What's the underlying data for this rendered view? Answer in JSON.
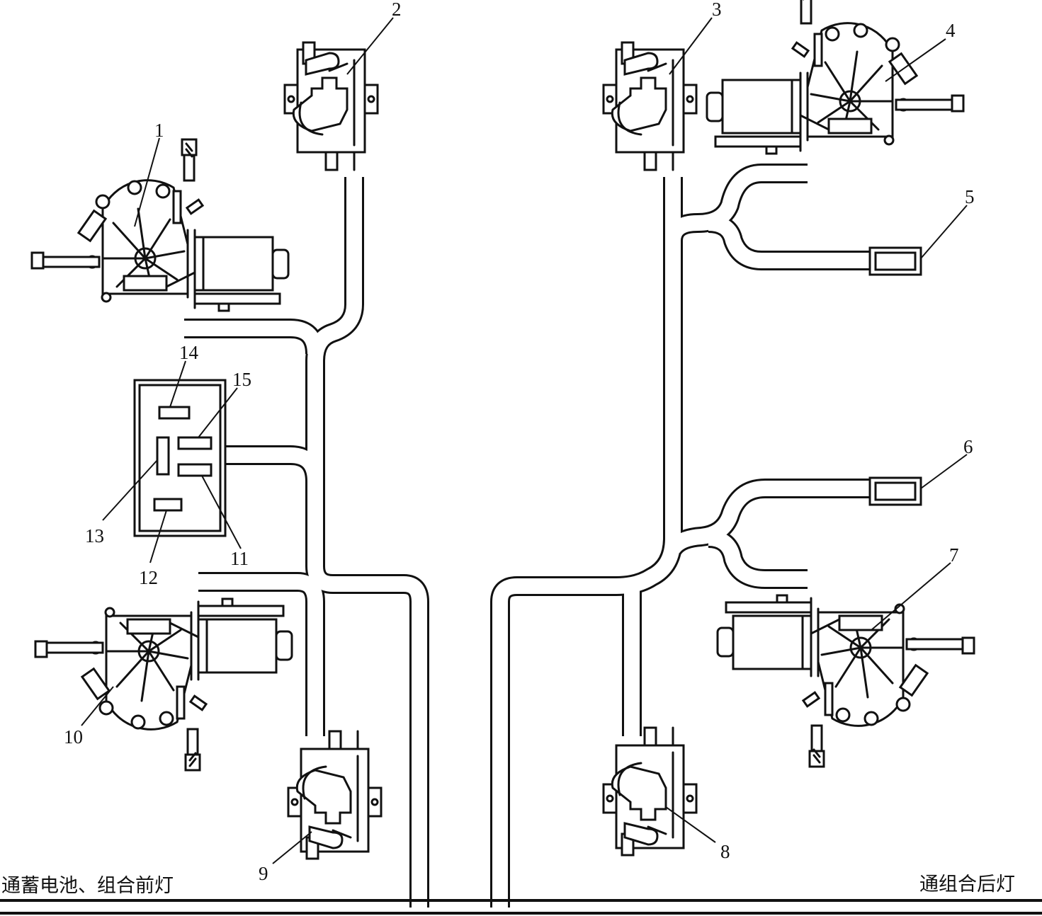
{
  "labels": {
    "n1": "1",
    "n2": "2",
    "n3": "3",
    "n4": "4",
    "n5": "5",
    "n6": "6",
    "n7": "7",
    "n8": "8",
    "n9": "9",
    "n10": "10",
    "n11": "11",
    "n12": "12",
    "n13": "13",
    "n14": "14",
    "n15": "15"
  },
  "captions": {
    "left": "通蓄电池、组合前灯",
    "right": "通组合后灯"
  }
}
